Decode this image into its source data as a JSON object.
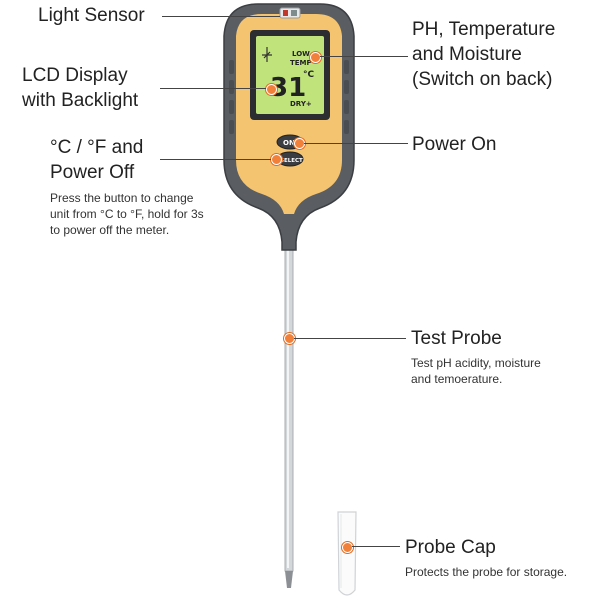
{
  "callouts": {
    "light_sensor": "Light Sensor",
    "lcd_display": [
      "LCD Display",
      "with Backlight"
    ],
    "ph_temp_moisture": [
      "PH, Temperature",
      "and Moisture",
      "(Switch on back)"
    ],
    "power_on": "Power On",
    "unit_power_off": {
      "title": [
        "°C / °F and",
        "Power Off"
      ],
      "desc": [
        "Press the button to change",
        "unit from °C to °F, hold for 3s",
        "to power off the meter."
      ]
    },
    "test_probe": {
      "title": "Test Probe",
      "desc": [
        "Test pH acidity, moisture",
        "and temoerature."
      ]
    },
    "probe_cap": {
      "title": "Probe Cap",
      "desc": "Protects the probe for storage."
    }
  },
  "device": {
    "lcd": {
      "reading": "31",
      "unit": "°C",
      "low_label": "LOW",
      "temp_label": "TEMP",
      "dry_label": "DRY+"
    },
    "buttons": {
      "on_label": "ON",
      "select_label": "SELECT"
    }
  },
  "colors": {
    "body_grey": "#5a5e63",
    "body_yellow": "#f4c470",
    "lcd_green": "#b5de6c",
    "accent_orange": "#f0803a",
    "probe": "#d7dadd"
  }
}
